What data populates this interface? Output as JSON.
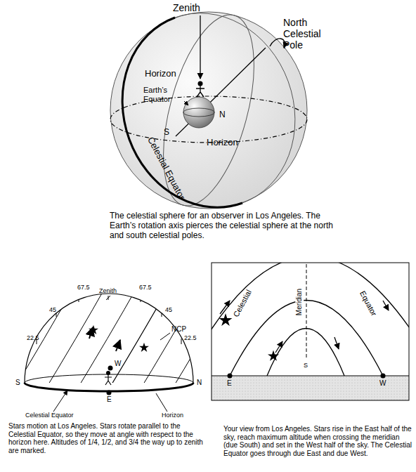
{
  "diagram": {
    "labels": [
      "Zenith",
      "North Celestial Pole",
      "Horizon",
      "Earth’s Equator",
      "N",
      "S",
      "Horizon",
      "Celestial Equator",
      "The celestial sphere for an observer in Los Angeles. The Earth’s rotation axis pierces the celestial sphere at the north and south celestial poles.",
      "Zenith",
      "67.5",
      "67.5",
      "45",
      "45",
      "22.5",
      "22.5",
      "NCP",
      "W",
      "E",
      "S",
      "N",
      "Celestial Equator",
      "Horizon",
      "Stars motion at Los Angeles. Stars rotate parallel to the Celestial Equator, so they move at angle with respect to the horizon here. Altitudes of 1/4, 1/2, and 3/4 the way up to zenith are marked.",
      "Celestial",
      "Equator",
      "Meridian",
      "S",
      "E",
      "W",
      "Your view from Los Angeles. Stars rise in the East half of the sky, reach maximum altitude when crossing the meridian (due South) and set in the West half of the sky. The Celestial Equator goes through due East and due West."
    ]
  }
}
